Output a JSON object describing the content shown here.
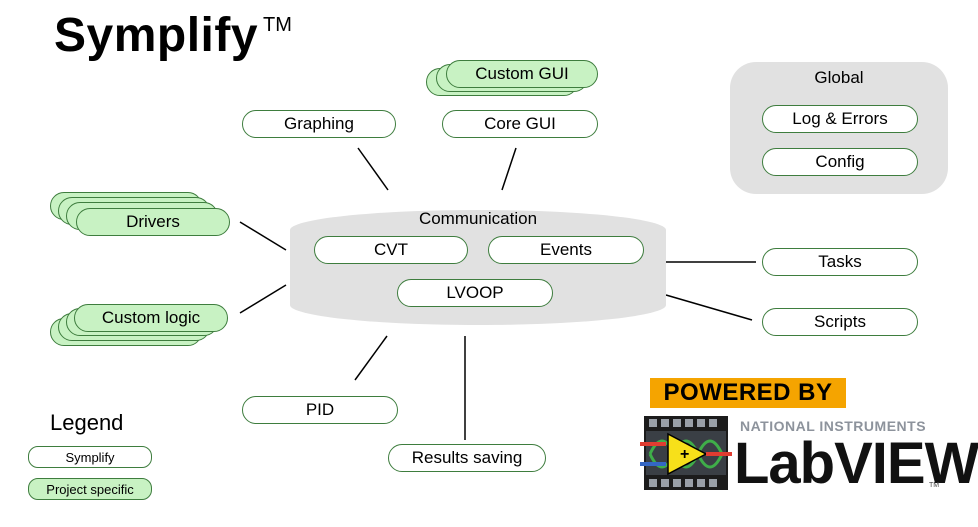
{
  "title": "Symplify",
  "trademark": "TM",
  "nodes": {
    "custom_gui": "Custom GUI",
    "core_gui": "Core GUI",
    "graphing": "Graphing",
    "drivers": "Drivers",
    "custom_logic": "Custom logic",
    "tasks": "Tasks",
    "scripts": "Scripts",
    "pid": "PID",
    "results_saving": "Results saving"
  },
  "communication": {
    "label": "Communication",
    "cvt": "CVT",
    "events": "Events",
    "lvoop": "LVOOP"
  },
  "global": {
    "label": "Global",
    "log_errors": "Log & Errors",
    "config": "Config"
  },
  "legend": {
    "title": "Legend",
    "symplify": "Symplify",
    "project_specific": "Project specific"
  },
  "logo": {
    "banner": "POWERED BY",
    "company": "NATIONAL INSTRUMENTS",
    "product": "LabVIEW",
    "trademark": "TM"
  },
  "colors": {
    "outline": "#3e7d3e",
    "project_fill": "#c8f2c3",
    "core_fill": "#e1e1e1",
    "banner": "#f5a400"
  }
}
